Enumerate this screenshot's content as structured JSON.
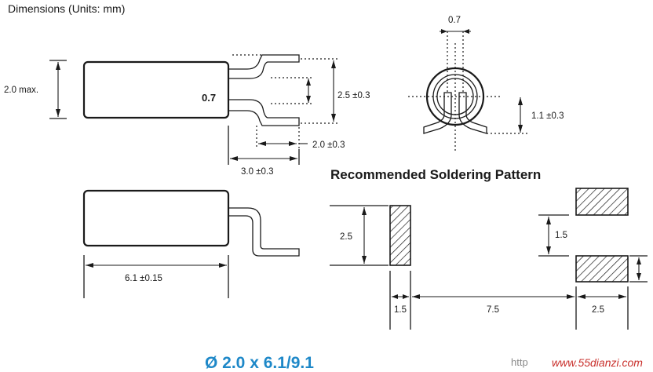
{
  "header": {
    "title": "Dimensions (Units: mm)"
  },
  "top_view": {
    "height_label": "2.0 max.",
    "lead_gap_label": "0.7",
    "lead_span_label": "2.5 ±0.3",
    "lead_width_label": "2.0 ±0.3",
    "lead_length_label": "3.0 ±0.3"
  },
  "end_view": {
    "lead_spacing_label": "0.7",
    "height_label": "1.1 ±0.3"
  },
  "side_view": {
    "length_label": "6.1 ±0.15"
  },
  "soldering_pattern": {
    "title": "Recommended Soldering Pattern",
    "pad_height_label": "2.5",
    "pad_gap_label": "1.5",
    "pad_width_label": "1.5",
    "pitch_label": "7.5",
    "pad_length_label": "2.5"
  },
  "footer": {
    "package_title": "Ø 2.0 x 6.1/9.1",
    "watermark_prefix": "http",
    "watermark_site": "www.55dianzi.com"
  }
}
